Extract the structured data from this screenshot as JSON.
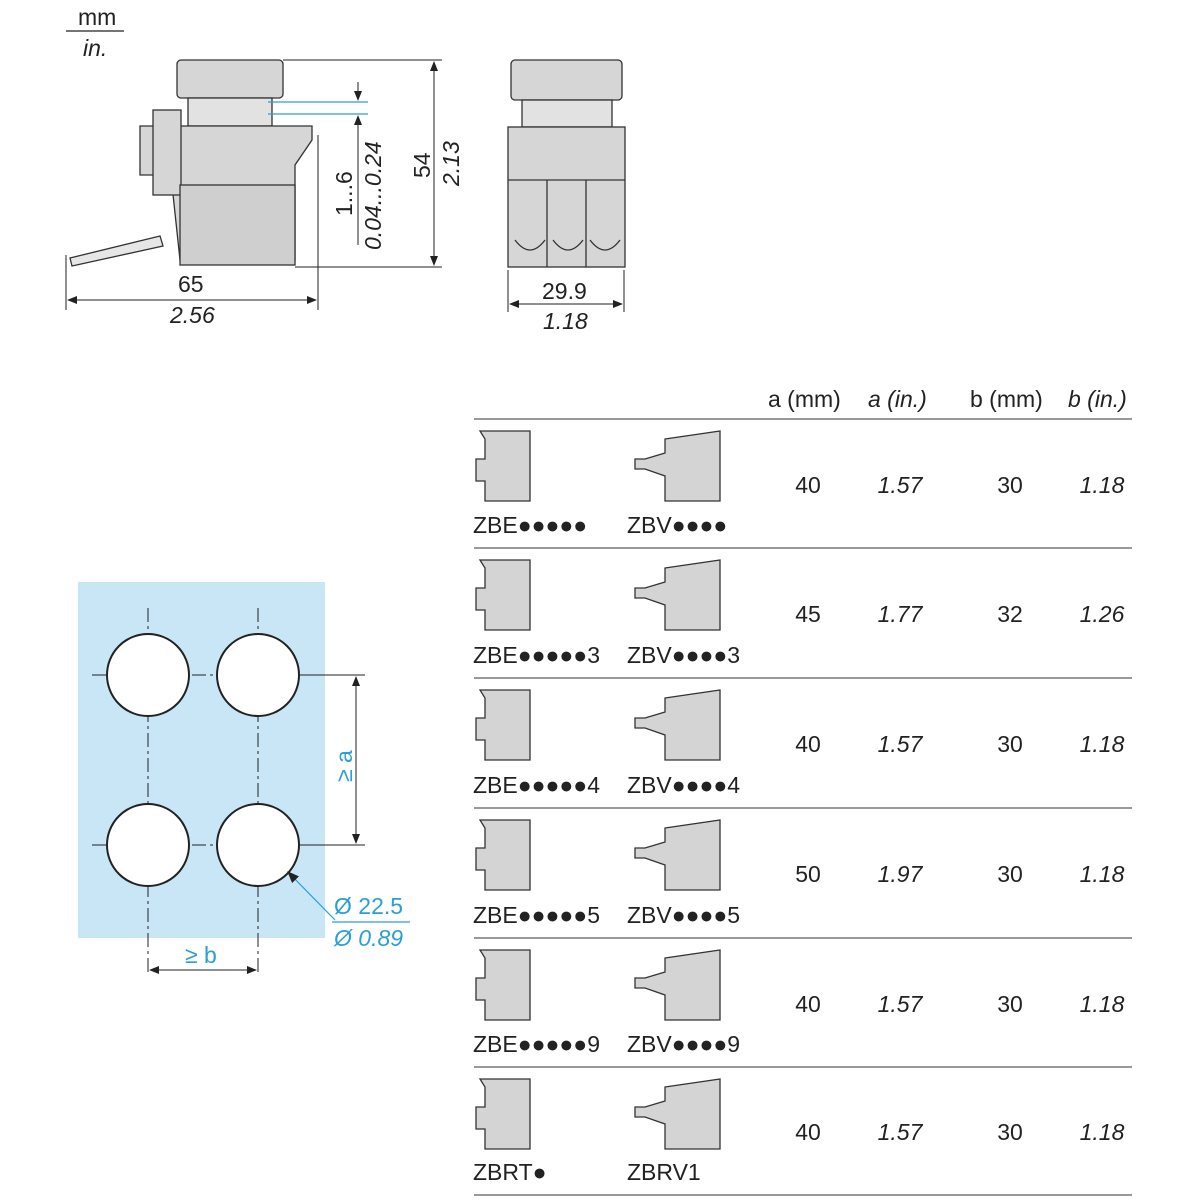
{
  "units": {
    "top": "mm",
    "bottom": "in."
  },
  "side_view": {
    "width_mm": "65",
    "width_in": "2.56",
    "height_mm": "54",
    "height_in": "2.13",
    "panel_mm": "1...6",
    "panel_in": "0.04...0.24"
  },
  "front_view": {
    "width_mm": "29.9",
    "width_in": "1.18"
  },
  "cutout": {
    "a_label": "≥ a",
    "b_label": "≥ b",
    "diameter_mm": "Ø 22.5",
    "diameter_in": "Ø 0.89",
    "panel_color": "#c8e6f5",
    "accent_color": "#2a9fd6"
  },
  "table": {
    "headers": [
      "a (mm)",
      "a (in.)",
      "b (mm)",
      "b (in.)"
    ],
    "rows": [
      {
        "left": "ZBE●●●●●",
        "right": "ZBV●●●●",
        "a_mm": "40",
        "a_in": "1.57",
        "b_mm": "30",
        "b_in": "1.18"
      },
      {
        "left": "ZBE●●●●●3",
        "right": "ZBV●●●●3",
        "a_mm": "45",
        "a_in": "1.77",
        "b_mm": "32",
        "b_in": "1.26"
      },
      {
        "left": "ZBE●●●●●4",
        "right": "ZBV●●●●4",
        "a_mm": "40",
        "a_in": "1.57",
        "b_mm": "30",
        "b_in": "1.18"
      },
      {
        "left": "ZBE●●●●●5",
        "right": "ZBV●●●●5",
        "a_mm": "50",
        "a_in": "1.97",
        "b_mm": "30",
        "b_in": "1.18"
      },
      {
        "left": "ZBE●●●●●9",
        "right": "ZBV●●●●9",
        "a_mm": "40",
        "a_in": "1.57",
        "b_mm": "30",
        "b_in": "1.18"
      },
      {
        "left": "ZBRT●",
        "right": "ZBRV1",
        "a_mm": "40",
        "a_in": "1.57",
        "b_mm": "30",
        "b_in": "1.18"
      }
    ]
  }
}
